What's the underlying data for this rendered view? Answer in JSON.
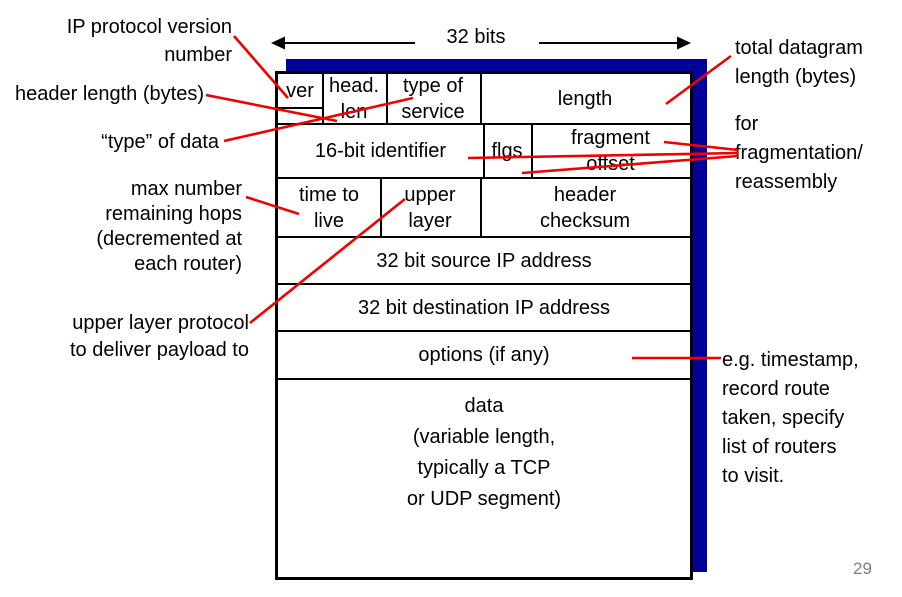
{
  "slide": {
    "page_number": "29"
  },
  "colors": {
    "shadow-blue": "#000099",
    "annotation-red": "#ee0000",
    "ink": "#000000",
    "page-num-gray": "#7f7f7f"
  },
  "bits_header": {
    "label": "32 bits"
  },
  "ip_header_table": {
    "cells": {
      "ver": "ver",
      "head_len": "head.\nlen",
      "type_of_service": "type of\nservice",
      "length": "length",
      "identifier": "16-bit identifier",
      "flags": "flgs",
      "fragment_offset": "fragment\noffset",
      "time_to_live": "time to\nlive",
      "upper_layer": "upper\nlayer",
      "header_checksum": "header\nchecksum",
      "source_address": "32 bit source IP address",
      "destination_address": "32 bit destination IP address",
      "options": "options (if any)",
      "data": "data\n(variable length,\ntypically a TCP\nor UDP segment)"
    }
  },
  "annotations": {
    "left": {
      "ip_version": "IP protocol version\nnumber",
      "header_length": "header length (bytes)",
      "type_of_data": "“type” of data",
      "max_hops": "max number\nremaining hops\n(decremented at\neach router)",
      "upper_protocol": "upper layer protocol\nto deliver payload to"
    },
    "right": {
      "total_length": "total datagram\nlength (bytes)",
      "fragmentation": "for\nfragmentation/\nreassembly",
      "options_examples": "e.g. timestamp,\nrecord route\ntaken, specify\nlist of routers\nto visit."
    }
  }
}
